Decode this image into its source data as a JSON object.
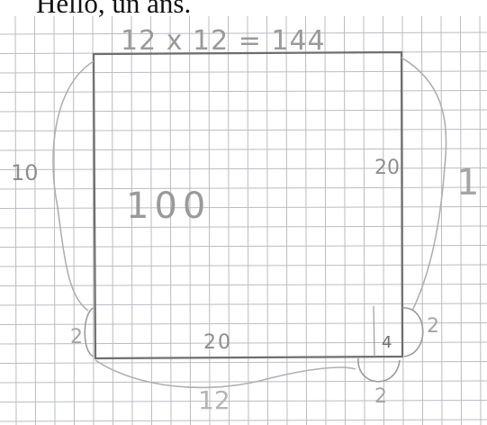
{
  "heading": "Hello, un ans.",
  "pencil_notes": {
    "top_equation": "12 x 12 = 144",
    "left_side": "10",
    "right_side_upper": "20",
    "right_edge_cut": "1",
    "center_value": "100",
    "left_small": "2",
    "right_small": "2",
    "bottom_inner": "20",
    "bottom_inner_right": "4",
    "below_box": "2",
    "bottom_edge_cut": "12"
  },
  "colors": {
    "grid_line": "#b9bcc3",
    "pencil": "#8f8f8f",
    "paper": "#ffffff"
  }
}
